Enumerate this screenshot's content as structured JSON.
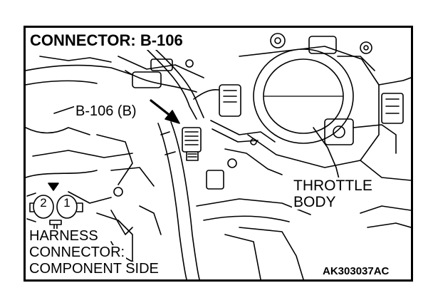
{
  "title": "CONNECTOR: B-106",
  "callout": "B-106 (B)",
  "component_label": [
    "THROTTLE",
    "BODY"
  ],
  "connector_note": [
    "HARNESS",
    "CONNECTOR:",
    "COMPONENT SIDE"
  ],
  "pins": [
    "2",
    "1"
  ],
  "figure_code": "AK303037AC"
}
